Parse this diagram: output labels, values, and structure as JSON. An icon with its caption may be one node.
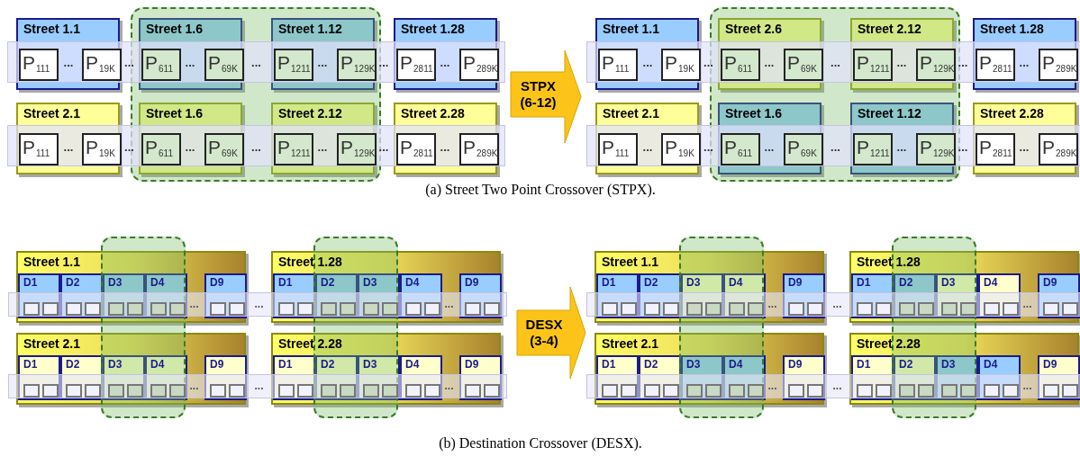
{
  "diagram": {
    "nodes": [
      {
        "text": [
          "Street 1.1"
        ]
      },
      {
        "text": [
          "P$_{111}$"
        ],
        "in": 0
      },
      {
        "text": [
          "P$_{19K}$"
        ],
        "in": 0
      },
      {
        "text": [
          "Street 1.6"
        ]
      },
      {
        "text": [
          "P$_{611}$"
        ],
        "in": 3
      },
      {
        "text": [
          "P$_{69K}$"
        ],
        "in": 3
      },
      {
        "text": [
          "Street 1.12"
        ]
      },
      {
        "text": [
          "P$_{1211}$"
        ],
        "in": 6
      },
      {
        "text": [
          "P$_{129K}$"
        ],
        "in": 6
      },
      {
        "text": [
          "Street 1.28"
        ]
      },
      {
        "text": [
          "P$_{2811}$"
        ],
        "in": 9
      },
      {
        "text": [
          "P$_{289K}$"
        ],
        "in": 9
      },
      {
        "text": [
          "Street 2.1"
        ]
      },
      {
        "text": [
          "P$_{111}$"
        ],
        "in": 12
      },
      {
        "text": [
          "P$_{19K}$"
        ],
        "in": 12
      },
      {
        "text": [
          "Street 1.6"
        ]
      },
      {
        "text": [
          "P$_{611}$"
        ],
        "in": 15
      },
      {
        "text": [
          "P$_{69K}$"
        ],
        "in": 15
      },
      {
        "text": [
          "Street 2.12"
        ]
      },
      {
        "text": [
          "P$_{1211}$"
        ],
        "in": 18
      },
      {
        "text": [
          "P$_{129K}$"
        ],
        "in": 18
      },
      {
        "text": [
          "Street 2.28"
        ]
      },
      {
        "text": [
          "P$_{2811}$"
        ],
        "in": 21
      },
      {
        "text": [
          "P$_{289K}$"
        ],
        "in": 21
      },
      {
        "text": [
          "STPX (6-12)"
        ]
      },
      {
        "text": [
          "Street 1.1"
        ]
      },
      {
        "text": [
          "P$_{111}$"
        ],
        "in": 25
      },
      {
        "text": [
          "P$_{19K}$"
        ],
        "in": 25
      },
      {
        "text": [
          "Street 2.6"
        ]
      },
      {
        "text": [
          "P$_{611}$"
        ],
        "in": 28
      },
      {
        "text": [
          "P$_{69K}$"
        ],
        "in": 28
      },
      {
        "text": [
          "Street 2.12"
        ]
      },
      {
        "text": [
          "P$_{1211}$"
        ],
        "in": 31
      },
      {
        "text": [
          "P$_{129K}$"
        ],
        "in": 31
      },
      {
        "text": [
          "Street 1.28"
        ]
      },
      {
        "text": [
          "P$_{2811}$"
        ],
        "in": 34
      },
      {
        "text": [
          "P$_{289K}$"
        ],
        "in": 34
      },
      {
        "text": [
          "Street 2.1"
        ]
      },
      {
        "text": [
          "P$_{111}$"
        ],
        "in": 37
      },
      {
        "text": [
          "P$_{19K}$"
        ],
        "in": 37
      },
      {
        "text": [
          "Street 1.6"
        ]
      },
      {
        "text": [
          "P$_{611}$"
        ],
        "in": 40
      },
      {
        "text": [
          "P$_{69K}$"
        ],
        "in": 40
      },
      {
        "text": [
          "Street 1.12"
        ]
      },
      {
        "text": [
          "P$_{1211}$"
        ],
        "in": 43
      },
      {
        "text": [
          "P$_{129K}$"
        ],
        "in": 43
      },
      {
        "text": [
          "Street 2.28"
        ]
      },
      {
        "text": [
          "P$_{2811}$"
        ],
        "in": 46
      },
      {
        "text": [
          "P$_{289K}$"
        ],
        "in": 46
      },
      {
        "text": [
          "Street 1.1"
        ]
      },
      {
        "text": [
          "D1"
        ],
        "in": 49
      },
      {
        "text": [],
        "shape": "box",
        "in": 50
      },
      {
        "text": [],
        "shape": "box",
        "in": 50
      },
      {
        "text": [
          "D2"
        ],
        "in": 49
      },
      {
        "text": [],
        "shape": "box",
        "in": 53
      },
      {
        "text": [],
        "shape": "box",
        "in": 53
      },
      {
        "text": [
          "D3"
        ],
        "in": 49
      },
      {
        "text": [],
        "shape": "box",
        "in": 56
      },
      {
        "text": [],
        "shape": "box",
        "in": 56
      },
      {
        "text": [
          "D4"
        ],
        "in": 49
      },
      {
        "text": [],
        "shape": "box",
        "in": 59
      },
      {
        "text": [],
        "shape": "box",
        "in": 59
      },
      {
        "text": [
          "D9"
        ],
        "in": 49
      },
      {
        "text": [],
        "shape": "box",
        "in": 62
      },
      {
        "text": [],
        "shape": "box",
        "in": 62
      },
      {
        "text": [
          "Street 1.28"
        ]
      },
      {
        "text": [
          "D1"
        ],
        "in": 65
      },
      {
        "text": [],
        "shape": "box",
        "in": 66
      },
      {
        "text": [],
        "shape": "box",
        "in": 66
      },
      {
        "text": [
          "D2"
        ],
        "in": 65
      },
      {
        "text": [],
        "shape": "box",
        "in": 69
      },
      {
        "text": [],
        "shape": "box",
        "in": 69
      },
      {
        "text": [
          "D3"
        ],
        "in": 65
      },
      {
        "text": [],
        "shape": "box",
        "in": 72
      },
      {
        "text": [],
        "shape": "box",
        "in": 72
      },
      {
        "text": [
          "D4"
        ],
        "in": 65
      },
      {
        "text": [],
        "shape": "box",
        "in": 75
      },
      {
        "text": [],
        "shape": "box",
        "in": 75
      },
      {
        "text": [
          "D9"
        ],
        "in": 65
      },
      {
        "text": [],
        "shape": "box",
        "in": 78
      },
      {
        "text": [],
        "shape": "box",
        "in": 78
      },
      {
        "text": [
          "Street 2.1"
        ]
      },
      {
        "text": [
          "D1"
        ],
        "in": 81
      },
      {
        "text": [],
        "shape": "box",
        "in": 82
      },
      {
        "text": [],
        "shape": "box",
        "in": 82
      },
      {
        "text": [
          "D2"
        ],
        "in": 81
      },
      {
        "text": [],
        "shape": "box",
        "in": 85
      },
      {
        "text": [],
        "shape": "box",
        "in": 85
      },
      {
        "text": [
          "D3"
        ],
        "in": 81
      },
      {
        "text": [],
        "shape": "box",
        "in": 88
      },
      {
        "text": [],
        "shape": "box",
        "in": 88
      },
      {
        "text": [
          "D4"
        ],
        "in": 81
      },
      {
        "text": [],
        "shape": "box",
        "in": 91
      },
      {
        "text": [],
        "shape": "box",
        "in": 91
      },
      {
        "text": [
          "D9"
        ],
        "in": 81
      },
      {
        "text": [],
        "shape": "box",
        "in": 94
      },
      {
        "text": [],
        "shape": "box",
        "in": 94
      },
      {
        "text": [
          "Street 2.28"
        ]
      },
      {
        "text": [
          "D1"
        ],
        "in": 97
      },
      {
        "text": [],
        "shape": "box",
        "in": 98
      },
      {
        "text": [],
        "shape": "box",
        "in": 98
      },
      {
        "text": [
          "D2"
        ],
        "in": 97
      },
      {
        "text": [],
        "shape": "box",
        "in": 101
      },
      {
        "text": [],
        "shape": "box",
        "in": 101
      },
      {
        "text": [
          "D3"
        ],
        "in": 97
      },
      {
        "text": [],
        "shape": "box",
        "in": 104
      },
      {
        "text": [],
        "shape": "box",
        "in": 104
      },
      {
        "text": [
          "D4"
        ],
        "in": 97
      },
      {
        "text": [],
        "shape": "box",
        "in": 107
      },
      {
        "text": [],
        "shape": "box",
        "in": 107
      },
      {
        "text": [
          "D9"
        ],
        "in": 97
      },
      {
        "text": [],
        "shape": "box",
        "in": 110
      },
      {
        "text": [],
        "shape": "box",
        "in": 110
      },
      {
        "text": [
          "DESX (3-4)"
        ]
      },
      {
        "text": [
          "Street 1.1"
        ]
      },
      {
        "text": [
          "D1"
        ],
        "in": 114
      },
      {
        "text": [],
        "shape": "box",
        "in": 115
      },
      {
        "text": [],
        "shape": "box",
        "in": 115
      },
      {
        "text": [
          "D2"
        ],
        "in": 114
      },
      {
        "text": [],
        "shape": "box",
        "in": 118
      },
      {
        "text": [],
        "shape": "box",
        "in": 118
      },
      {
        "text": [
          "D3"
        ],
        "in": 114
      },
      {
        "text": [],
        "shape": "box",
        "in": 121
      },
      {
        "text": [],
        "shape": "box",
        "in": 121
      },
      {
        "text": [
          "D4"
        ],
        "in": 114
      },
      {
        "text": [],
        "shape": "box",
        "in": 124
      },
      {
        "text": [],
        "shape": "box",
        "in": 124
      },
      {
        "text": [
          "D9"
        ],
        "in": 114
      },
      {
        "text": [],
        "shape": "box",
        "in": 127
      },
      {
        "text": [],
        "shape": "box",
        "in": 127
      },
      {
        "text": [
          "Street 1.28"
        ]
      },
      {
        "text": [
          "D1"
        ],
        "in": 130
      },
      {
        "text": [],
        "shape": "box",
        "in": 131
      },
      {
        "text": [],
        "shape": "box",
        "in": 131
      },
      {
        "text": [
          "D2"
        ],
        "in": 130
      },
      {
        "text": [],
        "shape": "box",
        "in": 134
      },
      {
        "text": [],
        "shape": "box",
        "in": 134
      },
      {
        "text": [
          "D3"
        ],
        "in": 130
      },
      {
        "text": [],
        "shape": "box",
        "in": 137
      },
      {
        "text": [],
        "shape": "box",
        "in": 137
      },
      {
        "text": [
          "D4"
        ],
        "in": 130
      },
      {
        "text": [],
        "shape": "box",
        "in": 140
      },
      {
        "text": [],
        "shape": "box",
        "in": 140
      },
      {
        "text": [
          "D9"
        ],
        "in": 130
      },
      {
        "text": [],
        "shape": "box",
        "in": 143
      },
      {
        "text": [],
        "shape": "box",
        "in": 143
      },
      {
        "text": [
          "Street 2.1"
        ]
      },
      {
        "text": [
          "D1"
        ],
        "in": 146
      },
      {
        "text": [],
        "shape": "box",
        "in": 147
      },
      {
        "text": [],
        "shape": "box",
        "in": 147
      },
      {
        "text": [
          "D2"
        ],
        "in": 146
      },
      {
        "text": [],
        "shape": "box",
        "in": 150
      },
      {
        "text": [],
        "shape": "box",
        "in": 150
      },
      {
        "text": [
          "D3"
        ],
        "in": 146
      },
      {
        "text": [],
        "shape": "box",
        "in": 153
      },
      {
        "text": [],
        "shape": "box",
        "in": 153
      },
      {
        "text": [
          "D4"
        ],
        "in": 146
      },
      {
        "text": [],
        "shape": "box",
        "in": 156
      },
      {
        "text": [],
        "shape": "box",
        "in": 156
      },
      {
        "text": [
          "D9"
        ],
        "in": 146
      },
      {
        "text": [],
        "shape": "box",
        "in": 159
      },
      {
        "text": [],
        "shape": "box",
        "in": 159
      },
      {
        "text": [
          "Street 2.28"
        ]
      },
      {
        "text": [
          "D1"
        ],
        "in": 162
      },
      {
        "text": [],
        "shape": "box",
        "in": 163
      },
      {
        "text": [],
        "shape": "box",
        "in": 163
      },
      {
        "text": [
          "D2"
        ],
        "in": 162
      },
      {
        "text": [],
        "shape": "box",
        "in": 166
      },
      {
        "text": [],
        "shape": "box",
        "in": 166
      },
      {
        "text": [
          "D3"
        ],
        "in": 162
      },
      {
        "text": [],
        "shape": "box",
        "in": 169
      },
      {
        "text": [],
        "shape": "box",
        "in": 169
      },
      {
        "text": [
          "D4"
        ],
        "in": 162
      },
      {
        "text": [],
        "shape": "box",
        "in": 172
      },
      {
        "text": [],
        "shape": "box",
        "in": 172
      },
      {
        "text": [
          "D9"
        ],
        "in": 162
      },
      {
        "text": [],
        "shape": "box",
        "in": 175
      },
      {
        "text": [],
        "shape": "box",
        "in": 175
      }
    ],
    "labels": [
      "...",
      "...",
      "...",
      "...",
      "...",
      "...",
      "...",
      "...",
      "...",
      "...",
      "...",
      "...",
      "...",
      "...",
      "...",
      "...",
      "...",
      "...",
      "...",
      "...",
      "...",
      "...",
      "...",
      "...",
      "...",
      "...",
      "...",
      "...",
      "(a) Street Two Point Crossover (STPX).",
      "...",
      "...",
      "...",
      "...",
      "...",
      "...",
      "...",
      "...",
      "...",
      "...",
      "...",
      "...",
      "(b) Destination Crossover (DESX)."
    ]
  }
}
